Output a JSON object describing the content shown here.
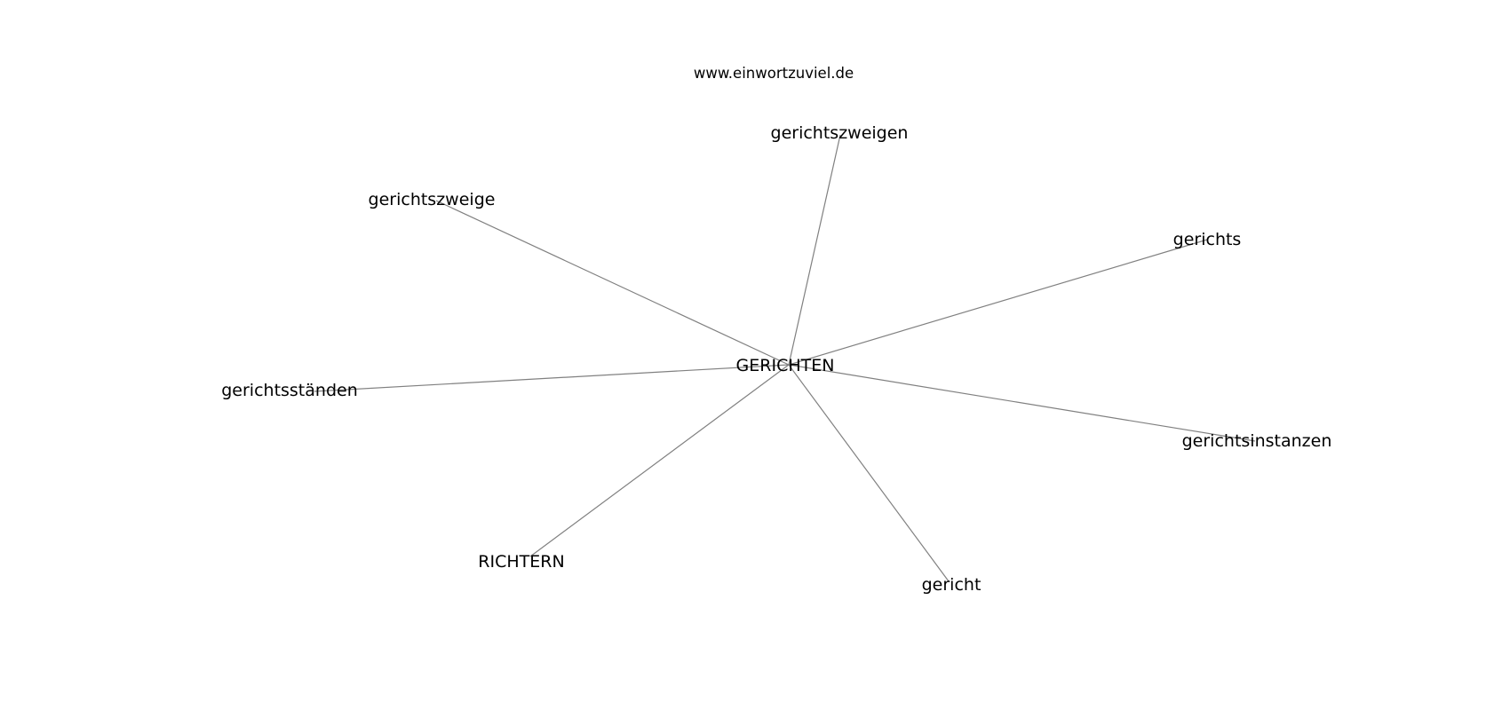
{
  "site": "www.einwortzuviel.de",
  "center": "GERICHTEN",
  "nodes": [
    "gerichtszweigen",
    "gerichtszweige",
    "gerichts",
    "gerichtsständen",
    "gerichtsinstanzen",
    "RICHTERN",
    "gericht"
  ],
  "edges": [
    [
      "GERICHTEN",
      "gerichtszweigen"
    ],
    [
      "GERICHTEN",
      "gerichtszweige"
    ],
    [
      "GERICHTEN",
      "gerichts"
    ],
    [
      "GERICHTEN",
      "gerichtsständen"
    ],
    [
      "GERICHTEN",
      "gerichtsinstanzen"
    ],
    [
      "GERICHTEN",
      "RICHTERN"
    ],
    [
      "GERICHTEN",
      "gericht"
    ]
  ],
  "colors": {
    "edge": "#808080",
    "text": "#000000",
    "background": "#ffffff"
  }
}
